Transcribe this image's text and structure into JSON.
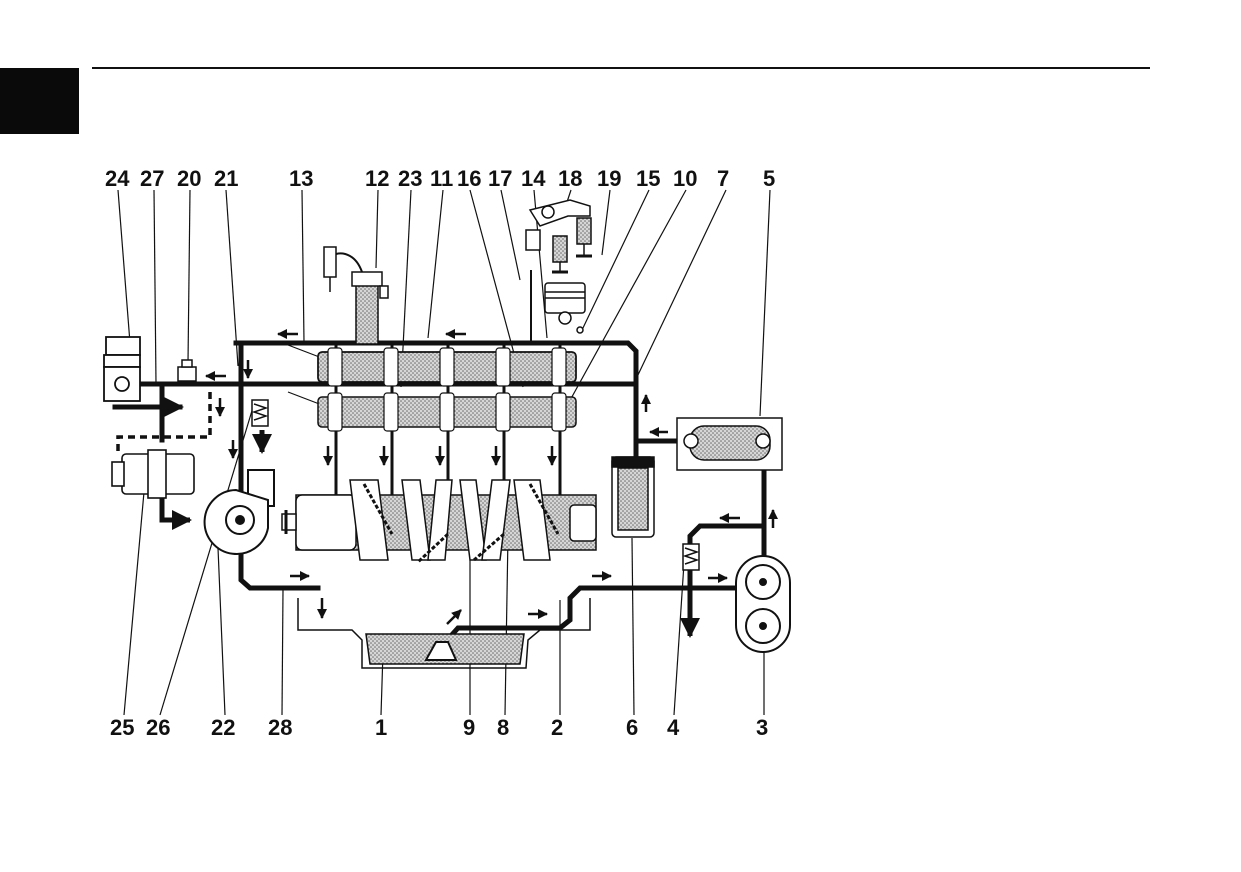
{
  "callouts_top": [
    "24",
    "27",
    "20",
    "21",
    "13",
    "12",
    "23",
    "11",
    "16",
    "17",
    "14",
    "18",
    "19",
    "15",
    "10",
    "7",
    "5"
  ],
  "callouts_bottom": [
    "25",
    "26",
    "22",
    "28",
    "1",
    "9",
    "8",
    "2",
    "6",
    "4",
    "3"
  ],
  "colors": {
    "ink": "#111111",
    "oil_fill": "#cfcfcf",
    "tab": "#0a0a0a"
  }
}
